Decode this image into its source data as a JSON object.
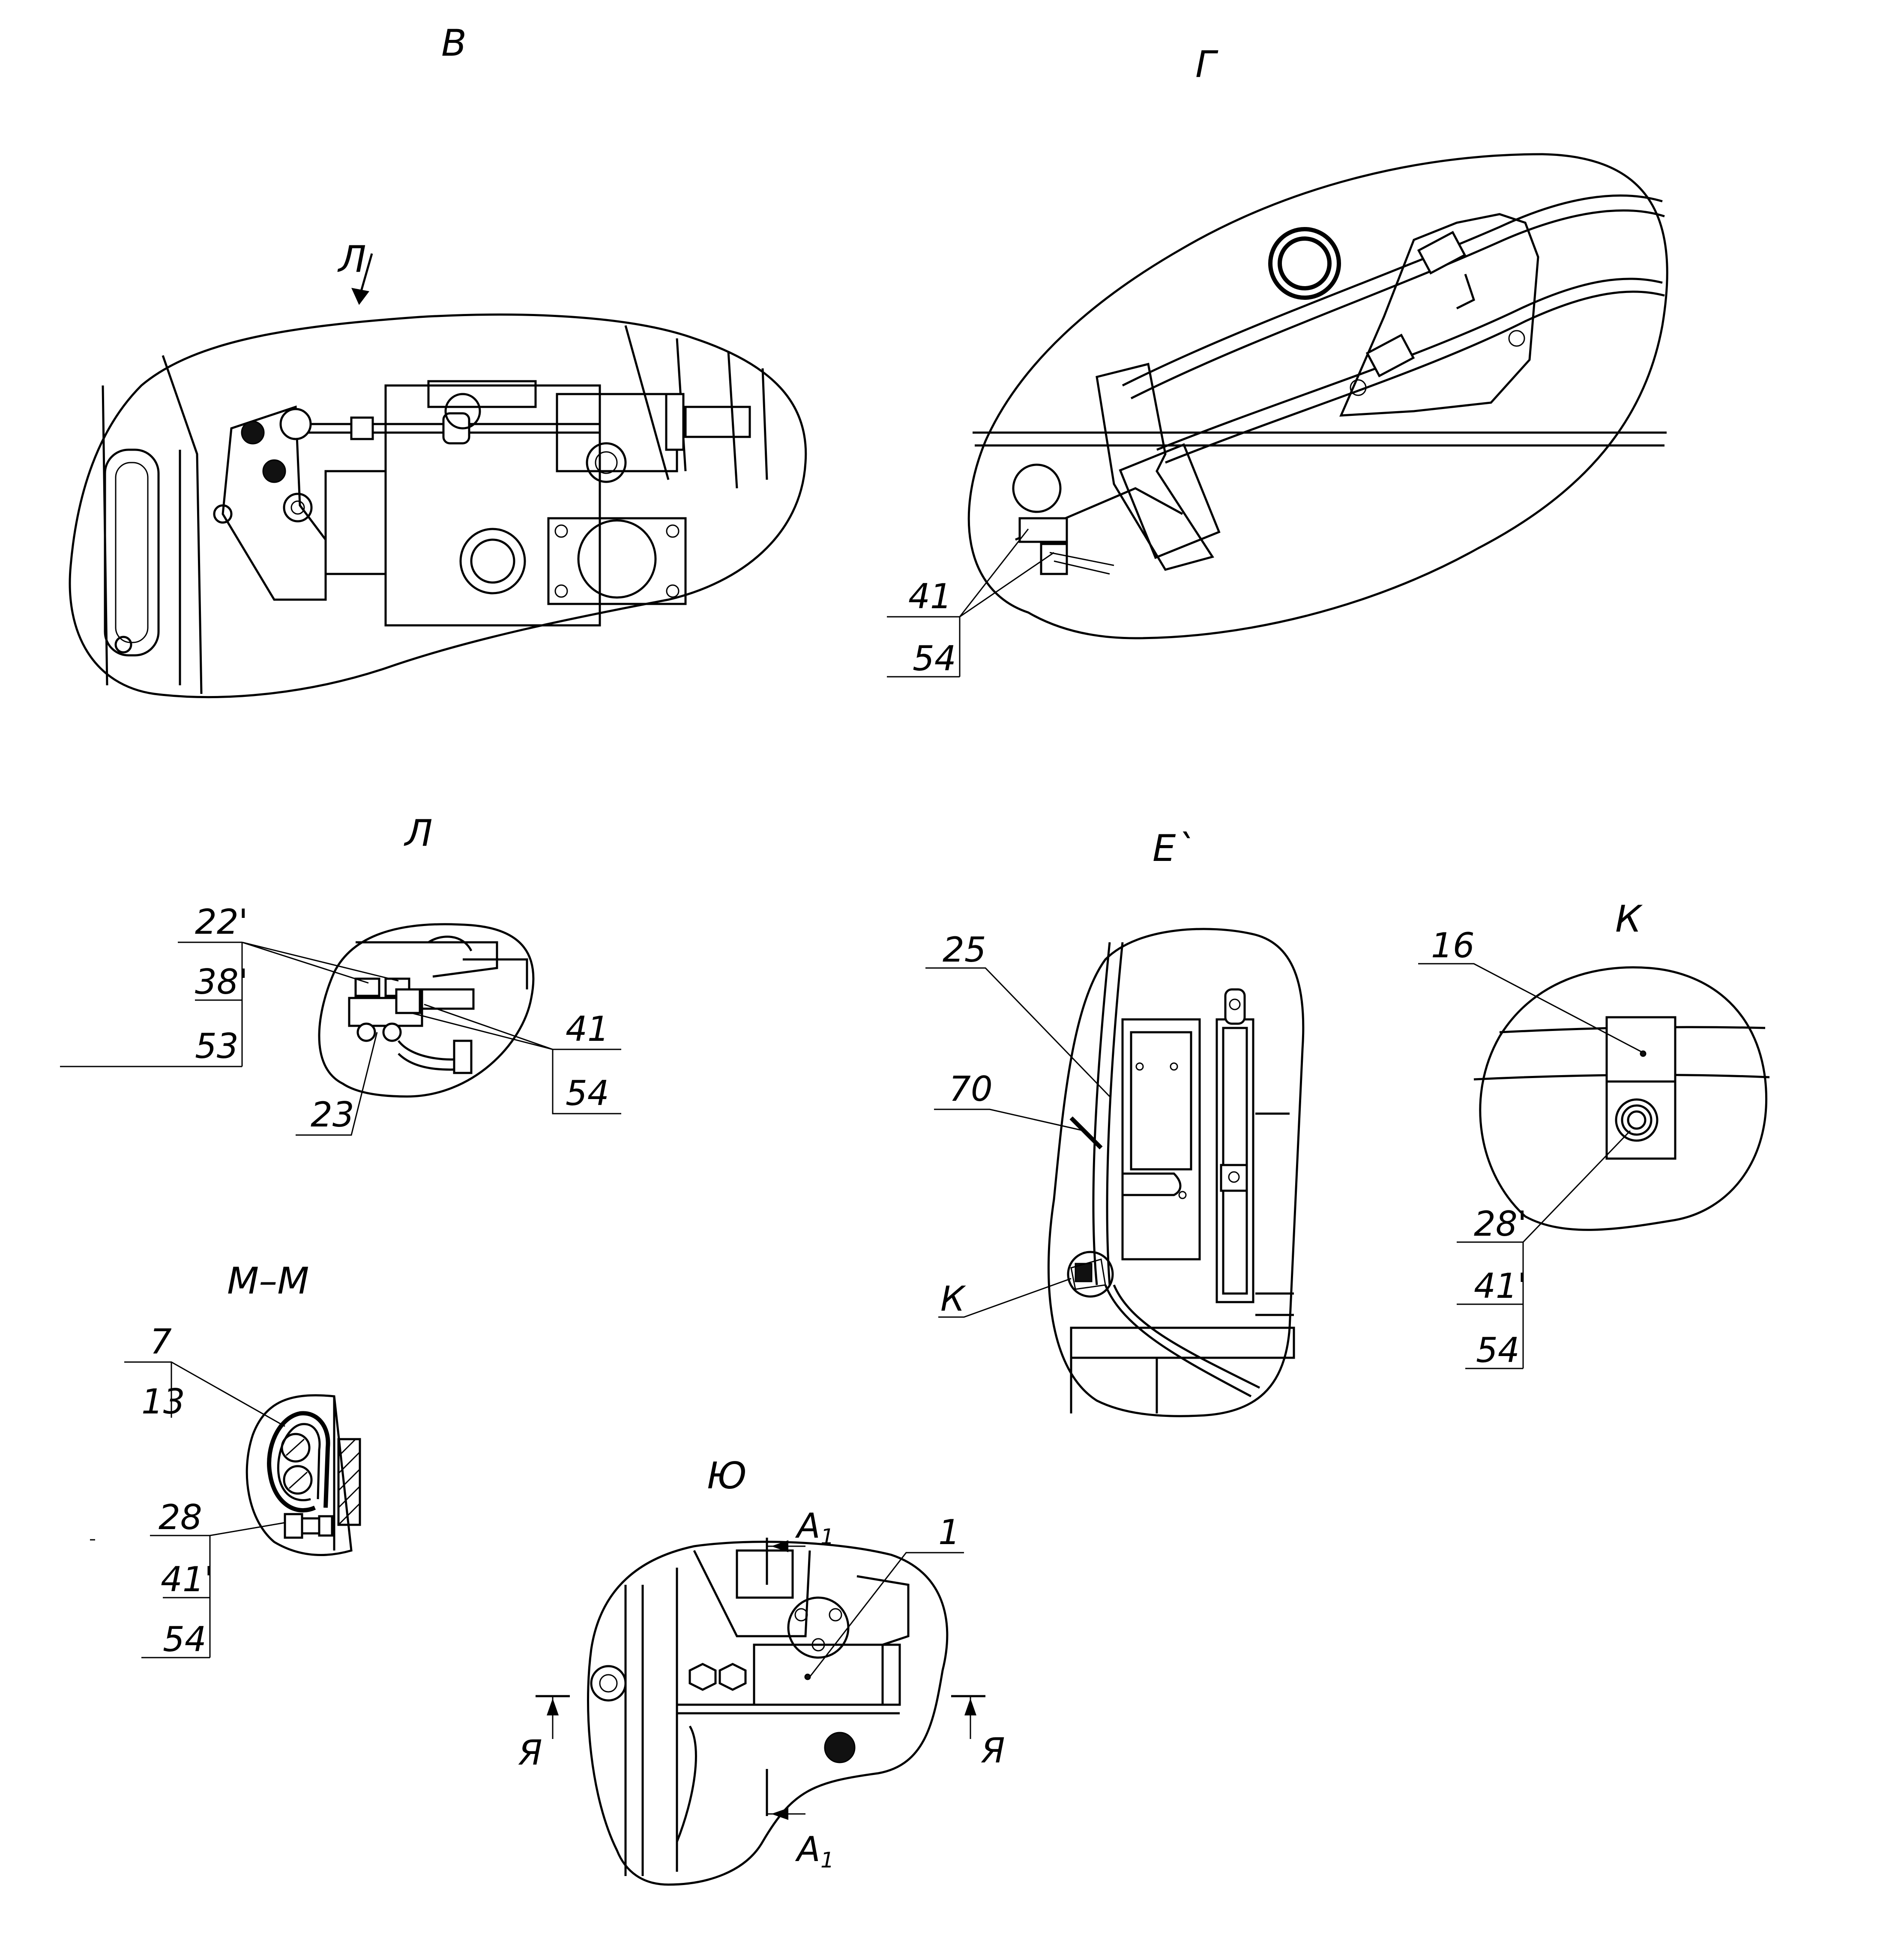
{
  "views": {
    "v": {
      "title": "В",
      "arrow_label": "Л"
    },
    "g": {
      "title": "Г",
      "callouts": [
        "41",
        "54"
      ]
    },
    "l": {
      "title": "Л",
      "callouts_left": [
        "22'",
        "38'",
        "53"
      ],
      "callout_23": "23",
      "callouts_right": [
        "41",
        "54"
      ]
    },
    "e": {
      "title": "Е`",
      "callout_25": "25",
      "callout_70": "70",
      "callout_k": "К"
    },
    "k": {
      "title": "К",
      "callout_16": "16",
      "callouts": [
        "28'",
        "41'",
        "54"
      ]
    },
    "mm": {
      "title": "М–М",
      "callouts_top": [
        "7",
        "13"
      ],
      "callouts_bottom": [
        "28",
        "41'",
        "54"
      ]
    },
    "yu": {
      "title": "Ю",
      "section_a": "А",
      "section_a_sub": "1",
      "section_ya": "Я",
      "callout_1": "1"
    }
  }
}
